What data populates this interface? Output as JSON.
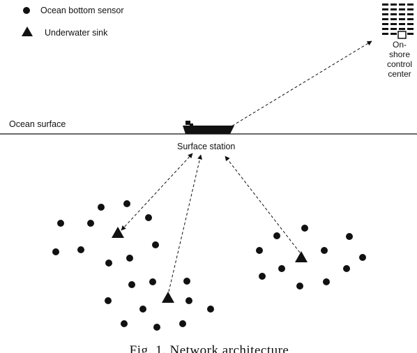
{
  "legend": {
    "sensor_label": "Ocean bottom sensor",
    "sink_label": "Underwater sink",
    "sensor_icon": "filled-circle",
    "sink_icon": "filled-triangle"
  },
  "labels": {
    "ocean_surface": "Ocean surface",
    "surface_station": "Surface station",
    "control_center_line1": "On-",
    "control_center_line2": "shore",
    "control_center_line3": "control",
    "control_center_line4": "center"
  },
  "caption": "Fig. 1. Network architecture",
  "colors": {
    "ink": "#111111",
    "background": "#ffffff"
  }
}
